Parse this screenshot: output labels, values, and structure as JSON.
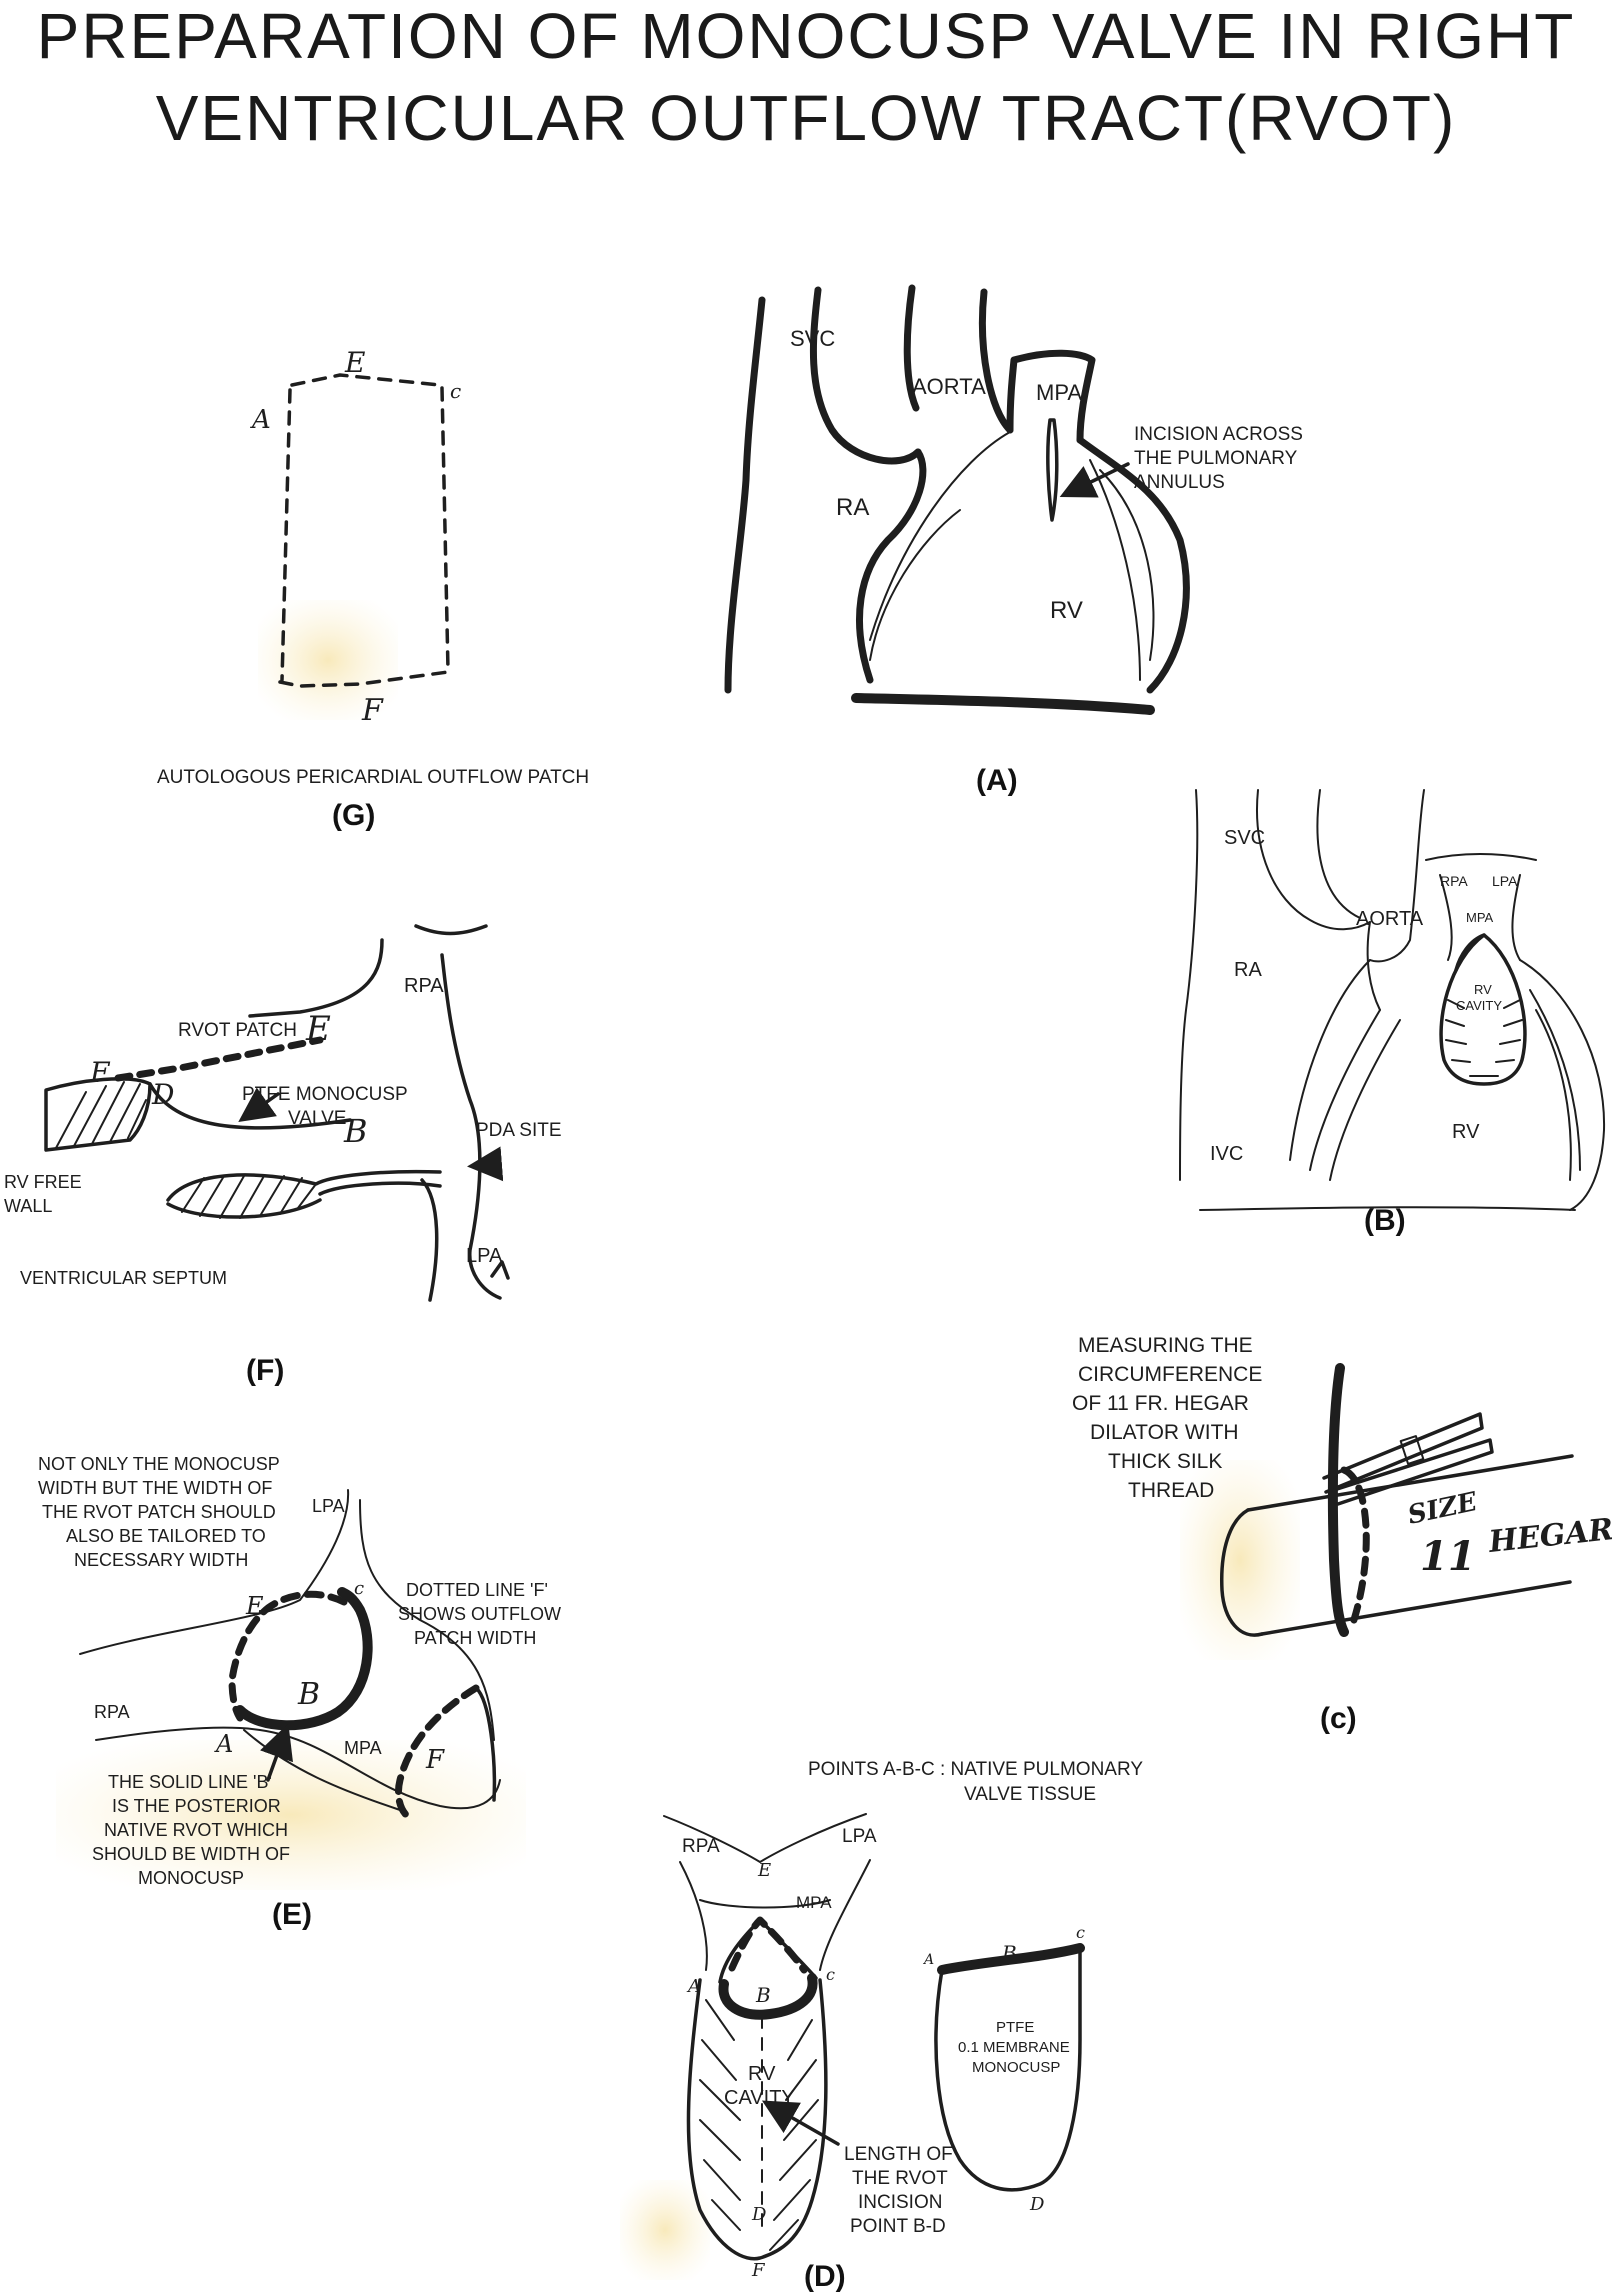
{
  "title": {
    "line1": "PREPARATION OF MONOCUSP VALVE IN RIGHT",
    "line2": "VENTRICULAR OUTFLOW TRACT(RVOT)"
  },
  "panel_g": {
    "caption": "(G)",
    "label": "AUTOLOGOUS PERICARDIAL OUTFLOW PATCH",
    "pt_a": "A",
    "pt_e": "E",
    "pt_c": "c",
    "pt_f": "F"
  },
  "panel_a": {
    "caption": "(A)",
    "svc": "SVC",
    "aorta": "AORTA",
    "mpa": "MPA",
    "ra": "RA",
    "rv": "RV",
    "incision_1": "INCISION ACROSS",
    "incision_2": "THE PULMONARY",
    "incision_3": "ANNULUS"
  },
  "panel_b": {
    "caption": "(B)",
    "svc": "SVC",
    "aorta": "AORTA",
    "ra": "RA",
    "rv": "RV",
    "ivc": "IVC",
    "rpa": "RPA",
    "lpa": "LPA",
    "mpa": "MPA",
    "cavity_1": "RV",
    "cavity_2": "CAVITY"
  },
  "panel_f": {
    "caption": "(F)",
    "rpa": "RPA",
    "lpa": "LPA",
    "rvot_patch": "RVOT PATCH",
    "ptfe_1": "PTFE MONOCUSP",
    "ptfe_2": "VALVE",
    "pda": "PDA SITE",
    "rv_free_1": "RV FREE",
    "rv_free_2": "WALL",
    "septum": "VENTRICULAR SEPTUM",
    "pt_e": "E",
    "pt_f": "F",
    "pt_d": "D",
    "pt_b": "B"
  },
  "panel_c": {
    "caption": "(c)",
    "text_1": "MEASURING THE",
    "text_2": "CIRCUMFERENCE",
    "text_3": "OF 11 FR. HEGAR",
    "text_4": "DILATOR WITH",
    "text_5": "THICK SILK",
    "text_6": "THREAD",
    "size": "SIZE",
    "num": "11",
    "hegar": "HEGAR"
  },
  "panel_e": {
    "caption": "(E)",
    "note_1": "NOT ONLY THE MONOCUSP",
    "note_2": "WIDTH BUT THE WIDTH OF",
    "note_3": "THE RVOT PATCH SHOULD",
    "note_4": "ALSO BE TAILORED TO",
    "note_5": "NECESSARY WIDTH",
    "lpa": "LPA",
    "rpa": "RPA",
    "mpa": "MPA",
    "dotted_1": "DOTTED LINE 'F'",
    "dotted_2": "SHOWS OUTFLOW",
    "dotted_3": "PATCH WIDTH",
    "solid_1": "THE SOLID LINE 'B'",
    "solid_2": "IS THE POSTERIOR",
    "solid_3": "NATIVE RVOT WHICH",
    "solid_4": "SHOULD BE WIDTH OF",
    "solid_5": "MONOCUSP",
    "pt_e": "E",
    "pt_b": "B",
    "pt_a": "A",
    "pt_c": "c",
    "pt_f": "F"
  },
  "panel_d": {
    "caption": "(D)",
    "points_1": "POINTS A-B-C : NATIVE PULMONARY",
    "points_2": "VALVE TISSUE",
    "rpa": "RPA",
    "lpa": "LPA",
    "mpa": "MPA",
    "cavity_1": "RV",
    "cavity_2": "CAVITY",
    "len_1": "LENGTH OF",
    "len_2": "THE RVOT",
    "len_3": "INCISION",
    "len_4": "POINT B-D",
    "ptfe_1": "PTFE",
    "ptfe_2": "0.1 MEMBRANE",
    "ptfe_3": "MONOCUSP",
    "pt_e": "E",
    "pt_a": "A",
    "pt_b": "B",
    "pt_c": "c",
    "pt_d": "D",
    "pt_f": "F"
  }
}
